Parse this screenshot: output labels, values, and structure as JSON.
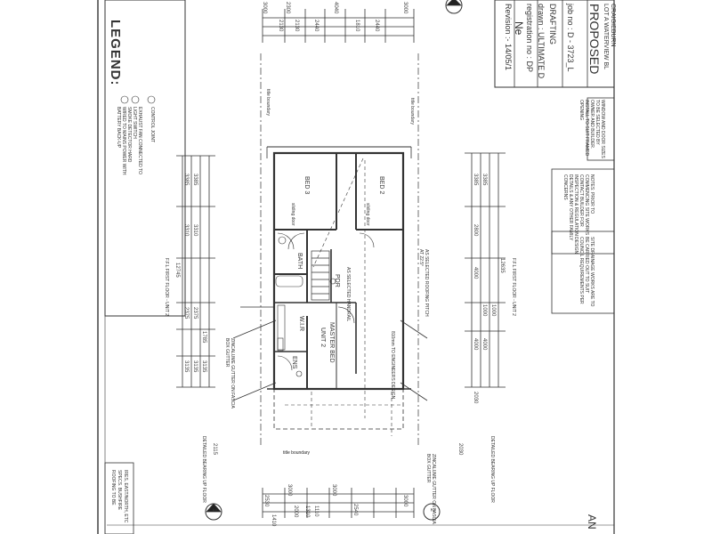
{
  "legend": {
    "title": "LEGEND:",
    "items": [
      "SMOKE DETECTOR HARD WIRED TO MAINS POWER WITH BATTERY BACK-UP",
      "EXHAUST FAN CONNECTED TO LIGHT SWITCH",
      "CONTROL JOINT"
    ]
  },
  "title_block": {
    "revision": "Revision :- 14/05/1",
    "registration": "registration no : DP",
    "drawn": "drawn : ULTIMATE D",
    "drafting": "DRAFTING",
    "job": "job no : D - 3723_L",
    "project": "PROPOSED",
    "lot": "LOT A WATERVIEW BL",
    "suburb": "CRAIGIEBURN",
    "tag_ne": "Ne"
  },
  "notes": [
    "WINDOW AND DOOR SIZES TO BE SELECTED BY OWNER AND BUILDER. INSTALL TO SUIT FRAMED OPENING",
    "NOTES: PRIOR TO COMMENCING SITE WORKS CONTACT BUILDER FOR INSPECTION & REGULATION DETAILS & ANY OTHER FAMILY CONCERNS",
    "SITE DRAINAGE WORKS ARE TO BE CARRIED OUT TO SUIT COUNCIL REQUIREMENTS PER DESIGN"
  ],
  "rooms": {
    "bed3": "BED 3",
    "bed2": "BED 2",
    "bath": "BATH",
    "pdr": "PDR",
    "wir": "W.I.R",
    "ens": "ENS",
    "master": "MASTER BED",
    "unit": "UNIT 2",
    "sliding1": "sliding door",
    "sliding2": "sliding door"
  },
  "labels": {
    "boundary_top": "title boundary",
    "boundary_right": "title boundary",
    "boundary_bottom": "title boundary",
    "first_floor_left": "F.F.L FIRST FLOOR - UNIT 2",
    "first_floor_right": "F.F.L FIRST FLOOR - UNIT 2",
    "ground_left": "DETAILED BEARING UP FLOOR",
    "ground_right": "DETAILED BEARING UP FLOOR",
    "gutter_note_left": "ZINCALUME GUTTER ON FASCIA BOX GUTTER",
    "gutter_note_right": "ZINCALUME GUTTER ON FASCIA BOX GUTTER",
    "roof_note": "AS SELECTED ROOFING PITCH AT 22.5°",
    "stair_note": "AS SELECTED HANDRAIL",
    "ceiling_note": "810mm TO ENGINEERS DESIGN",
    "rear": "MASTER BED"
  },
  "dims": {
    "top": [
      "3000",
      "2300",
      "2130",
      "2130",
      "2440",
      "4040",
      "1810",
      "2440",
      "3000"
    ],
    "bottom": [
      "2530",
      "3000",
      "3000",
      "2540",
      "1410",
      "2000",
      "1310",
      "1110",
      "3000"
    ],
    "left": [
      "3385",
      "3385",
      "3310",
      "3310",
      "12745",
      "2375",
      "2375",
      "1785",
      "3135",
      "3135",
      "3135"
    ],
    "right": [
      "3385",
      "3385",
      "2800",
      "4000",
      "1000",
      "1000",
      "12635",
      "4000",
      "4000",
      "2030"
    ],
    "side_left": "2115",
    "side_right": "2030"
  },
  "markers": {
    "north": "N",
    "section_left": "1",
    "section_right": "2",
    "page_fragment": "AN"
  },
  "misc_left": [
    "ROOFING TO BE",
    "SPECS. BUSHFIRE",
    "IRES, EAST/NORTH, ETC"
  ]
}
